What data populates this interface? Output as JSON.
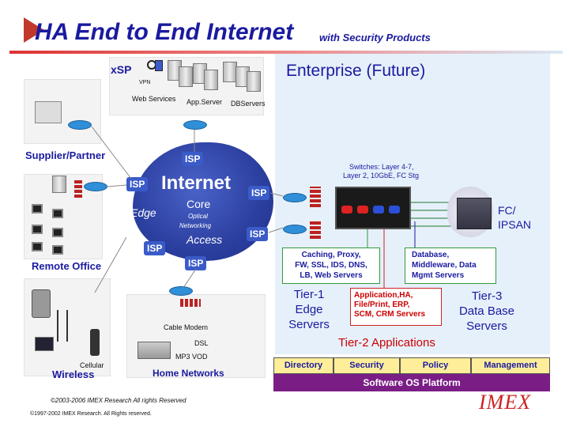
{
  "header": {
    "title": "HA End to End Internet",
    "subtitle": "with Security Products"
  },
  "enterprise": {
    "title": "Enterprise (Future)",
    "switches_line1": "Switches: Layer 4-7,",
    "switches_line2": "Layer 2, 10GbE, FC Stg",
    "fc_ipsan_line1": "FC/",
    "fc_ipsan_line2": "IPSAN",
    "tier1_box": [
      "Caching, Proxy,",
      "FW, SSL, IDS, DNS,",
      "LB, Web Servers"
    ],
    "tier3_box": [
      "Database,",
      "Middleware, Data",
      "Mgmt Servers"
    ],
    "tier2_box": [
      "Application,HA,",
      "File/Print, ERP,",
      "SCM, CRM Servers"
    ],
    "tier1_label": [
      "Tier-1",
      "Edge",
      "Servers"
    ],
    "tier3_label": [
      "Tier-3",
      "Data Base",
      "Servers"
    ],
    "tier2_label": "Tier-2 Applications"
  },
  "bar": {
    "items": [
      "Directory",
      "Security",
      "Policy",
      "Management"
    ],
    "platform": "Software OS Platform"
  },
  "xsp": {
    "label": "xSP",
    "vpn": "VPN",
    "web_services": "Web Services",
    "app_server": "App.Server",
    "db_servers": "DBServers"
  },
  "left": {
    "supplier": "Supplier/Partner",
    "remote_office": "Remote Office",
    "wireless": "Wireless",
    "cellular": "Cellular"
  },
  "home": {
    "cable_modem": "Cable Modem",
    "dsl": "DSL",
    "mp3_vod": "MP3  VOD",
    "home_networks": "Home Networks"
  },
  "cloud": {
    "internet": "Internet",
    "core": "Core",
    "optical1": "Optical",
    "optical2": "Networking",
    "edge": "Edge",
    "access": "Access",
    "isp": "ISP"
  },
  "footer": {
    "copyright1": "©2003-2006  IMEX Research All rights Reserved",
    "copyright2": "©1997-2002 IMEX Research. All Rights reserved.",
    "logo": "IMEX"
  },
  "colors": {
    "title_blue": "#1a1aa0",
    "accent_red": "#cc2222",
    "cloud_blue": "#2b3f9f",
    "platform_purple": "#7a1e86",
    "bar_yellow": "#ffee99"
  }
}
